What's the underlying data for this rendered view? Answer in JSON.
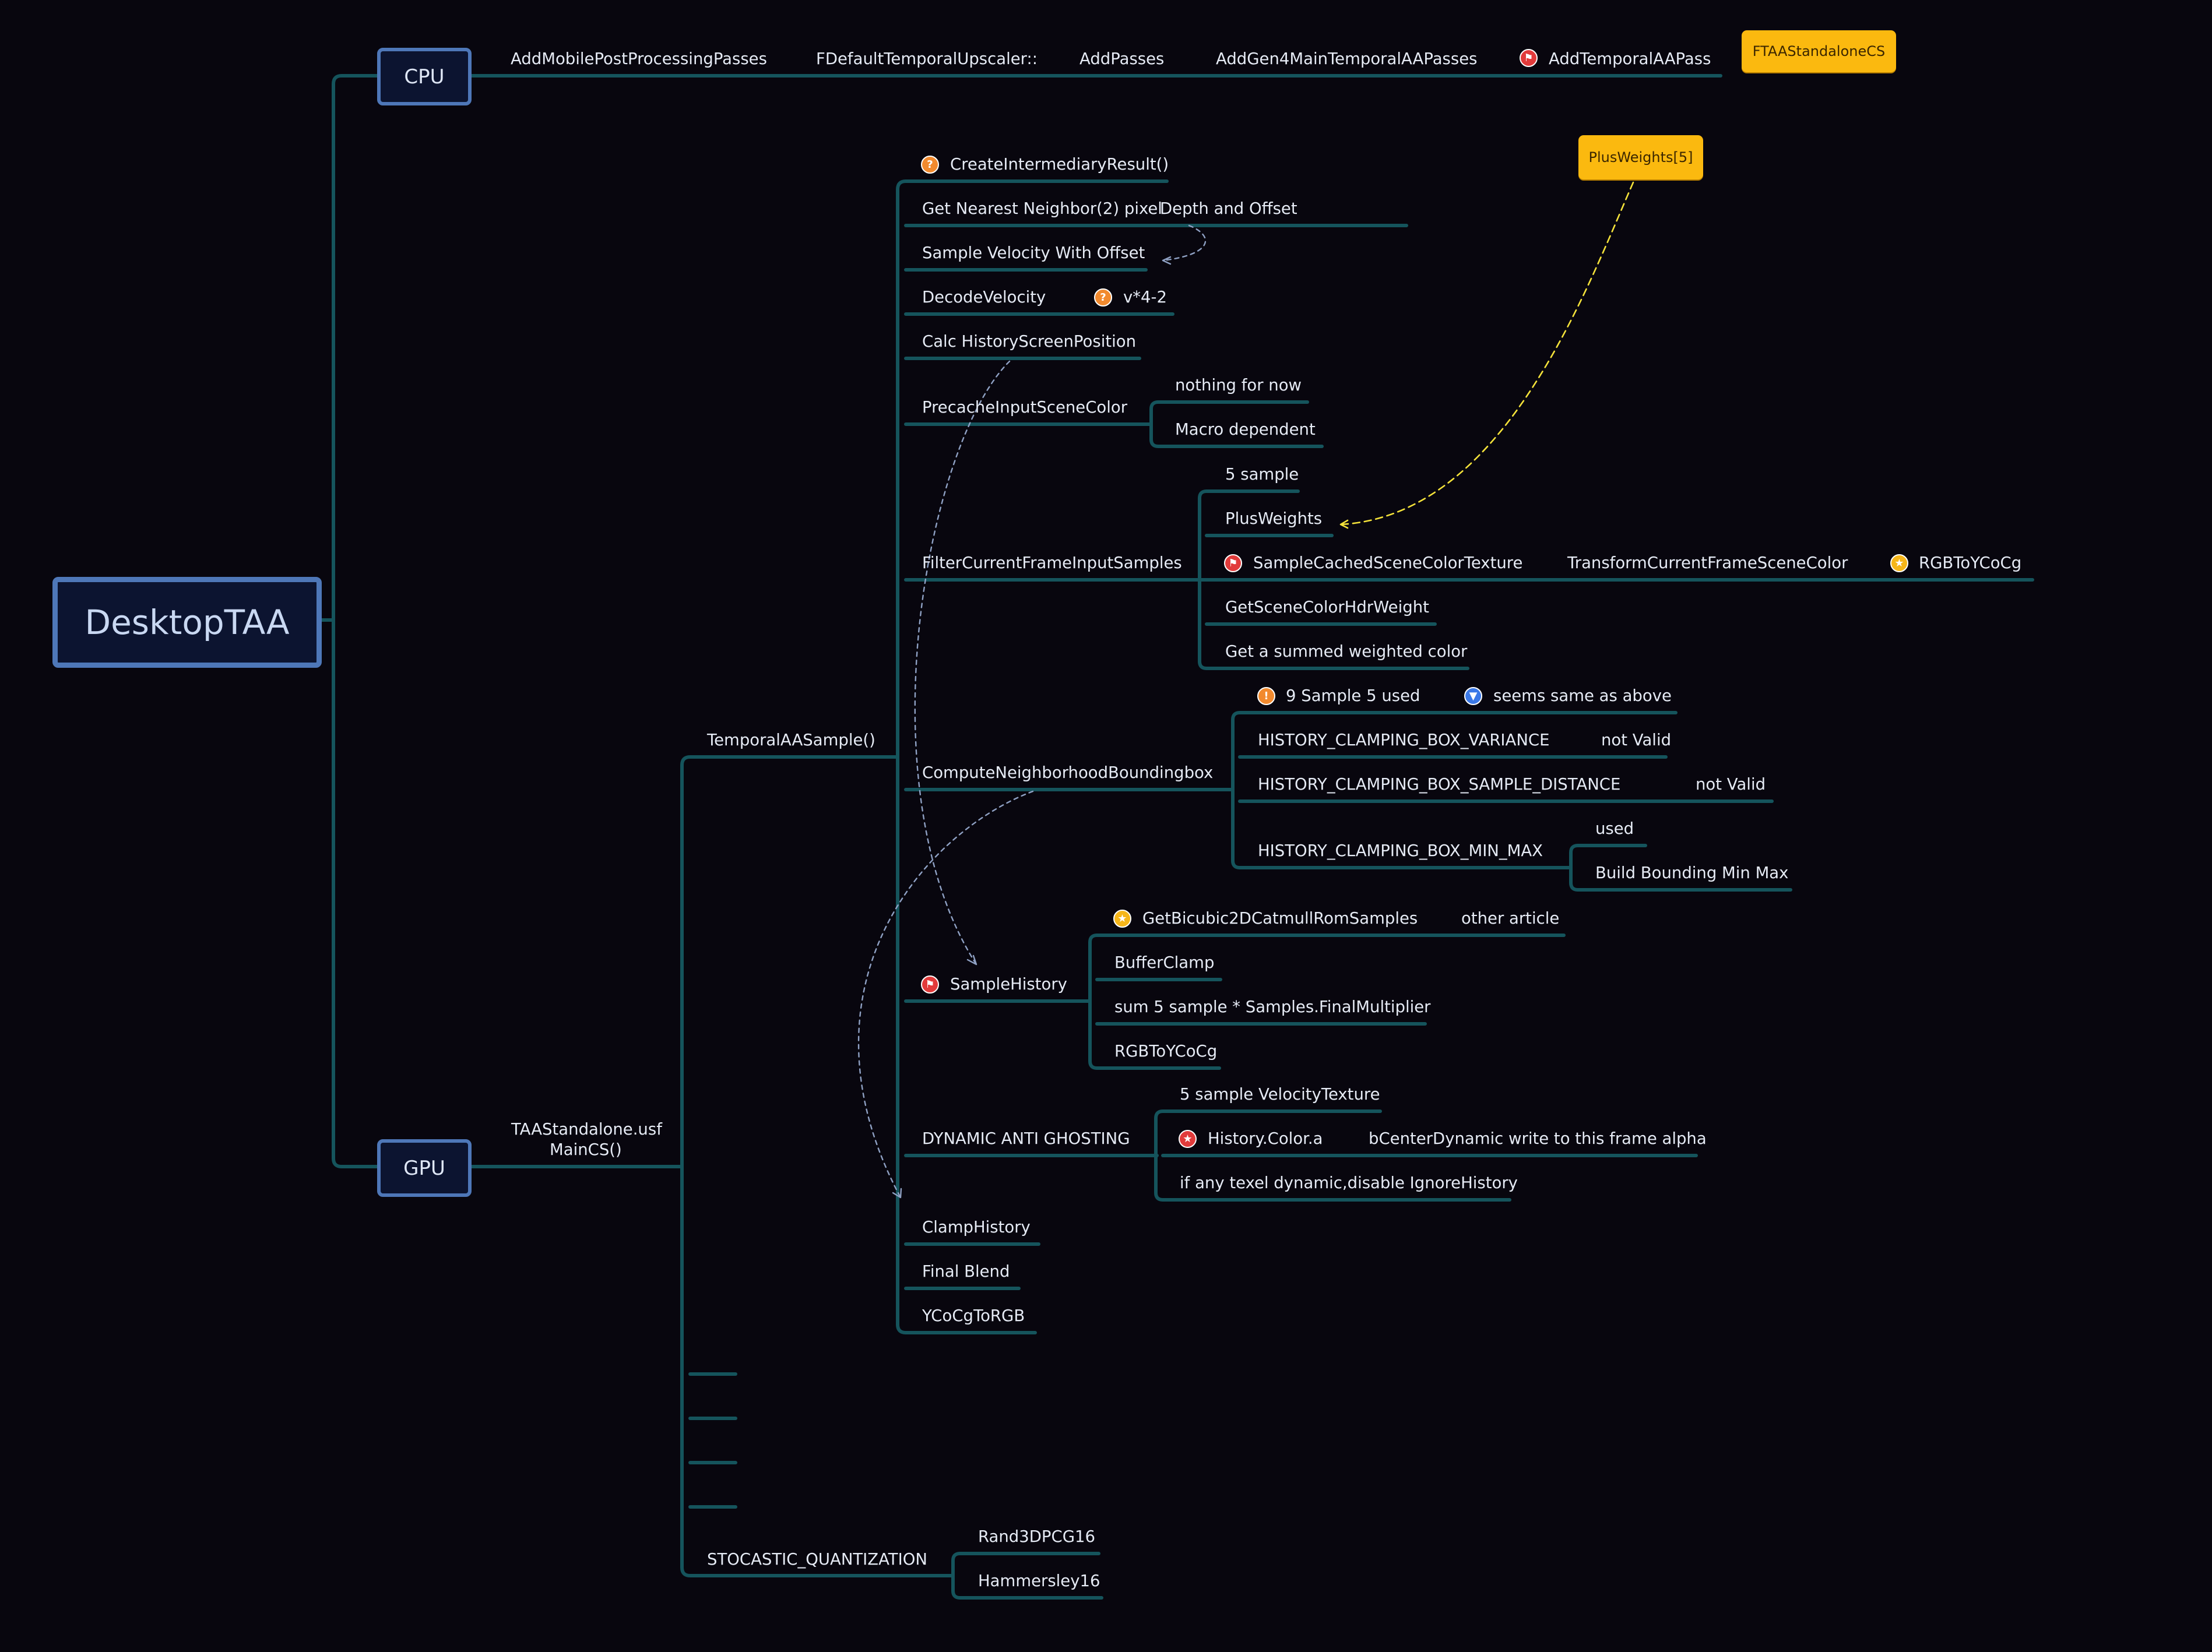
{
  "root": "DesktopTAA",
  "cpu": {
    "label": "CPU",
    "chain": [
      "AddMobilePostProcessingPasses",
      "FDefaultTemporalUpscaler::",
      "AddPasses",
      "AddGen4MainTemporalAAPasses",
      "AddTemporalAAPass"
    ],
    "note": "FTAAStandaloneCS"
  },
  "gpu": {
    "label": "GPU",
    "file": "TAAStandalone.usf",
    "entry": "MainCS()",
    "temporal_sample": "TemporalAASample()",
    "stocastic": "STOCASTIC_QUANTIZATION",
    "stocastic_children": [
      "Rand3DPCG16",
      "Hammersley16"
    ]
  },
  "steps": {
    "create_intermediary": "CreateIntermediaryResult()",
    "nearest_neighbor": "Get Nearest Neighbor(2) pixel",
    "depth_offset": "Depth and Offset",
    "sample_velocity": "Sample Velocity With Offset",
    "decode_velocity": "DecodeVelocity",
    "v_expr": "v*4-2",
    "calc_history": "Calc HistoryScreenPosition",
    "precache": "PrecacheInputSceneColor",
    "nothing_for_now": "nothing for now",
    "macro_dependent": "Macro dependent",
    "filter": "FilterCurrentFrameInputSamples",
    "five_sample": "5 sample",
    "plus_weights": "PlusWeights",
    "plus_weights_note": "PlusWeights[5]",
    "sample_cached": "SampleCachedSceneColorTexture",
    "transform_current": "TransformCurrentFrameSceneColor",
    "rgb_to_ycocg_1": "RGBToYCoCg",
    "hdr_weight": "GetSceneColorHdrWeight",
    "summed_color": "Get a summed weighted color",
    "compute_bbox": "ComputeNeighborhoodBoundingbox",
    "nine_sample": "9 Sample 5 used",
    "seems_same": "seems  same as above",
    "clamp_variance": "HISTORY_CLAMPING_BOX_VARIANCE",
    "not_valid_1": "not Valid",
    "clamp_distance": "HISTORY_CLAMPING_BOX_SAMPLE_DISTANCE",
    "not_valid_2": "not Valid",
    "clamp_minmax": "HISTORY_CLAMPING_BOX_MIN_MAX",
    "used": "used",
    "build_bbox": "Build Bounding Min Max",
    "sample_history": "SampleHistory",
    "bicubic": "GetBicubic2DCatmullRomSamples",
    "other_article": "other article",
    "buffer_clamp": "BufferClamp",
    "sum_samples": "sum 5 sample * Samples.FinalMultiplier",
    "rgb_to_ycocg_2": "RGBToYCoCg",
    "dynamic_ghosting": "DYNAMIC ANTI GHOSTING",
    "velocity_texture": "5 sample VelocityTexture",
    "history_alpha": "History.Color.a",
    "center_dynamic": "bCenterDynamic write to this frame alpha",
    "texel_dynamic": "if any texel dynamic,disable IgnoreHistory",
    "clamp_history": "ClampHistory",
    "final_blend": "Final Blend",
    "ycocg_to_rgb": "YCoCgToRGB"
  },
  "colors": {
    "background": "#08060e",
    "branch_line": "#15545c",
    "box_border": "#4e77b8",
    "note_fill": "#fbb90f",
    "dashed_link": "#8fa1c4",
    "note_link": "#f4e23a"
  }
}
